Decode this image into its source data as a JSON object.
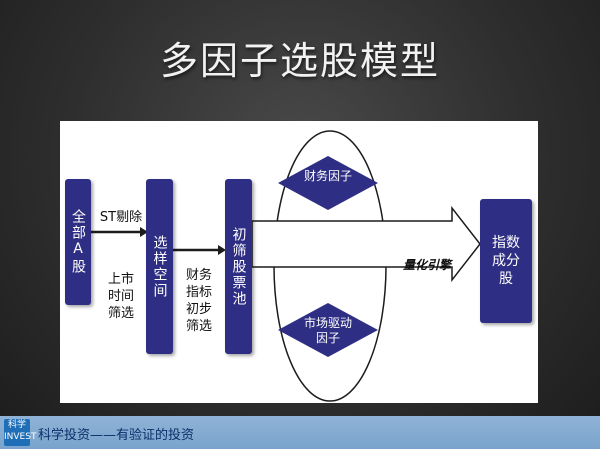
{
  "title": "多因子选股模型",
  "boxes": {
    "all_a_shares": "全部A股",
    "selection_space": "选样空间",
    "initial_pool": "初筛股票池",
    "index_stocks": "指数成分股"
  },
  "labels": {
    "st_remove": "ST剔除",
    "listing_time": "上市时间筛选",
    "financial_initial": "财务指标初步筛选",
    "financial_factor": "财务因子",
    "market_factor": "市场驱动因子",
    "quant_engine": "量化引擎"
  },
  "footer": {
    "logo": "科学 INVEST",
    "slogan": "科学投资——有验证的投资"
  },
  "colors": {
    "box": "#2e2e84",
    "arrow": "#1c1c1c"
  }
}
